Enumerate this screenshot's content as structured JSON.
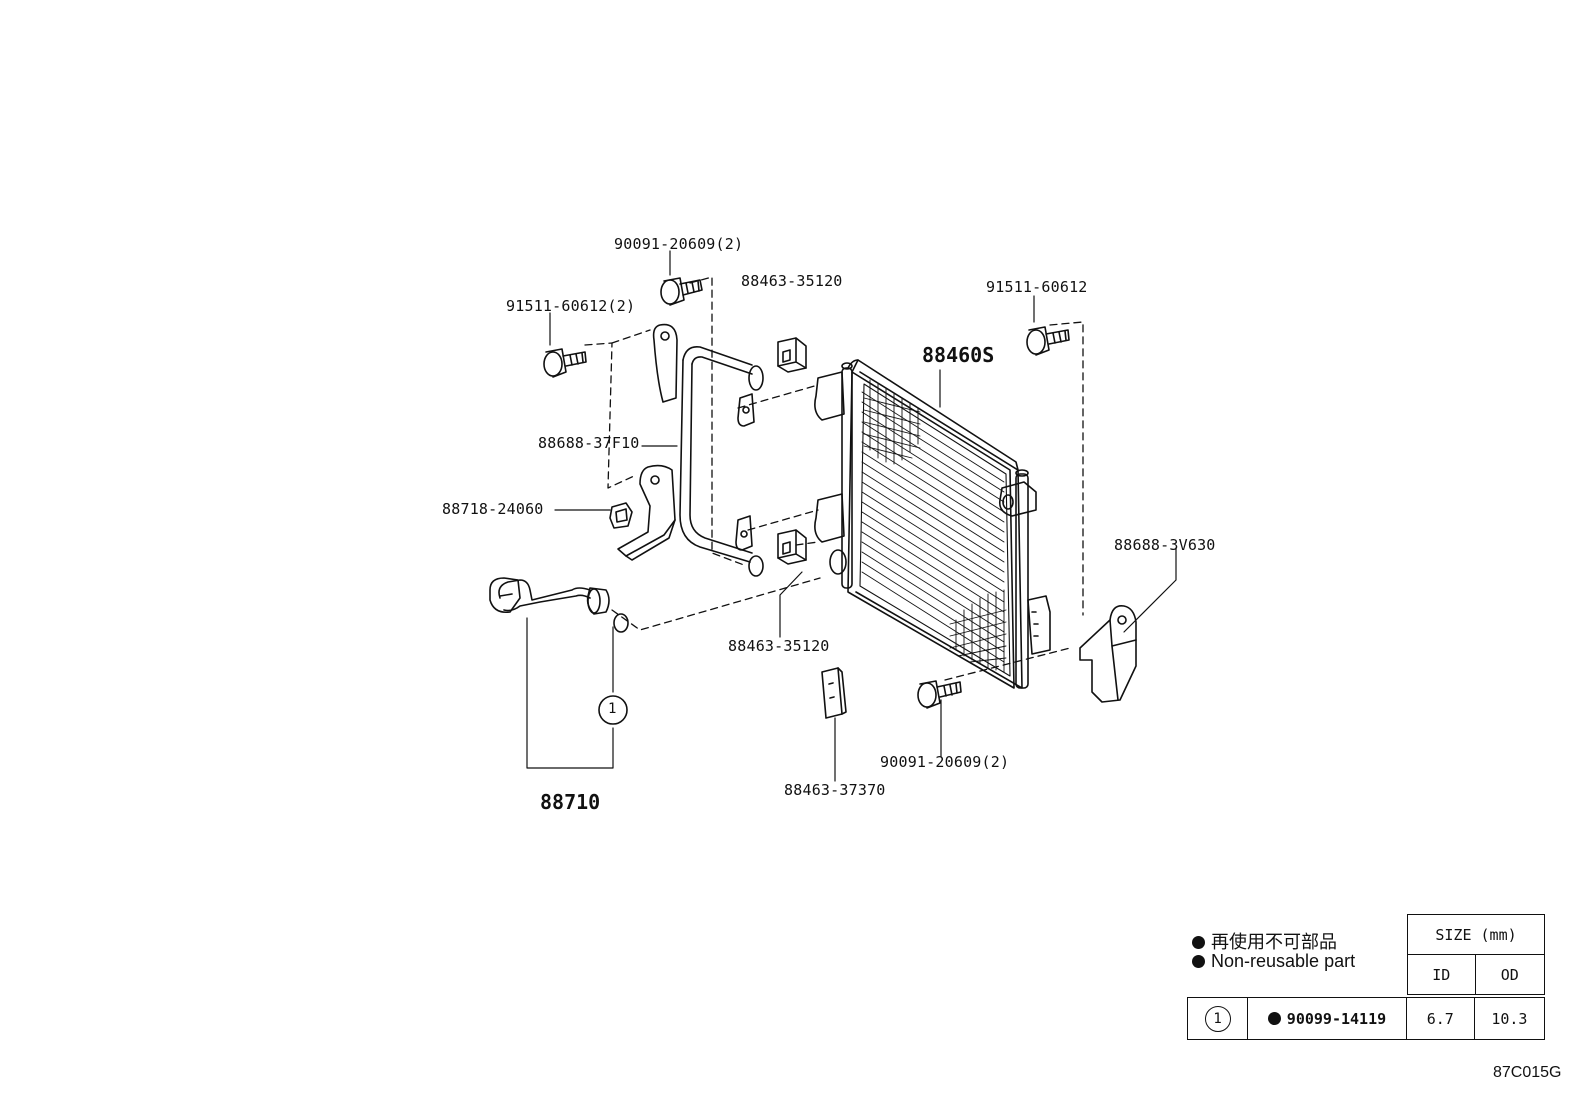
{
  "labels": {
    "bolt_top": "90091-20609(2)",
    "grommet_top": "88463-35120",
    "bolt_right_top": "91511-60612",
    "bolt_left": "91511-60612(2)",
    "condenser": "88460S",
    "bracket_left": "88688-37F10",
    "clip": "88718-24060",
    "bracket_right": "88688-3V630",
    "grommet_bottom": "88463-35120",
    "bolt_bottom": "90091-20609(2)",
    "cushion": "88463-37370",
    "tube": "88710",
    "oring_callout": "1"
  },
  "legend": {
    "line_jp": "再使用不可部品",
    "line_en": "Non-reusable part"
  },
  "size_table": {
    "header": "SIZE (mm)",
    "col_id": "ID",
    "col_od": "OD",
    "row": {
      "key": "1",
      "part": "90099-14119",
      "id": "6.7",
      "od": "10.3"
    }
  },
  "figure_code": "87C015G"
}
